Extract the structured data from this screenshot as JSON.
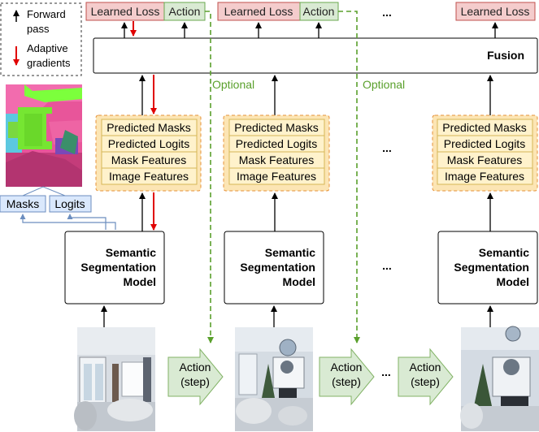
{
  "legend": {
    "forward_label_1": "Forward",
    "forward_label_2": "pass",
    "adaptive_label_1": "Adaptive",
    "adaptive_label_2": "gradients"
  },
  "top_row": {
    "learned_loss": "Learned Loss",
    "action": "Action",
    "ellipsis": "..."
  },
  "fusion": {
    "label": "Fusion"
  },
  "optional_label": "Optional",
  "feature_stack": {
    "items": [
      "Predicted Masks",
      "Predicted Logits",
      "Mask Features",
      "Image Features"
    ],
    "ellipsis": "..."
  },
  "side_outputs": {
    "masks": "Masks",
    "logits": "Logits"
  },
  "model": {
    "line1": "Semantic",
    "line2": "Segmentation",
    "line3": "Model",
    "ellipsis": "..."
  },
  "action_step": {
    "line1": "Action",
    "line2": "(step)",
    "ellipsis": "..."
  },
  "colors": {
    "loss_fill": "#f4cccc",
    "loss_stroke": "#c0504d",
    "action_fill": "#d9ead3",
    "action_stroke": "#6aa84f",
    "feature_outer": "#fce5b4",
    "feature_outer_stroke": "#e69138",
    "feature_item": "#fff2cc",
    "feature_item_stroke": "#d6b656",
    "side_fill": "#dae8fc",
    "side_stroke": "#6c8ebf",
    "optional": "#5aa02c",
    "gradient": "#e00000"
  }
}
